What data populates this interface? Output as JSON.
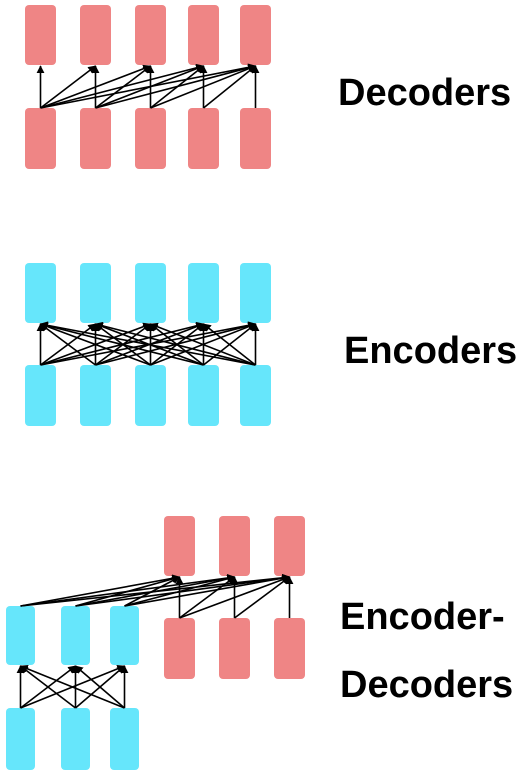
{
  "labels": {
    "decoders": "Decoders",
    "encoders": "Encoders",
    "encoder_decoders_line1": "Encoder-",
    "encoder_decoders_line2": "Decoders"
  },
  "colors": {
    "decoder_block": "#ef8585",
    "encoder_block": "#66e6fb",
    "arrow": "#000000"
  },
  "blocks": {
    "decoders_per_row": 5,
    "encoders_per_row": 5,
    "encdec_encoder_tokens": 3,
    "encdec_decoder_tokens": 3
  }
}
